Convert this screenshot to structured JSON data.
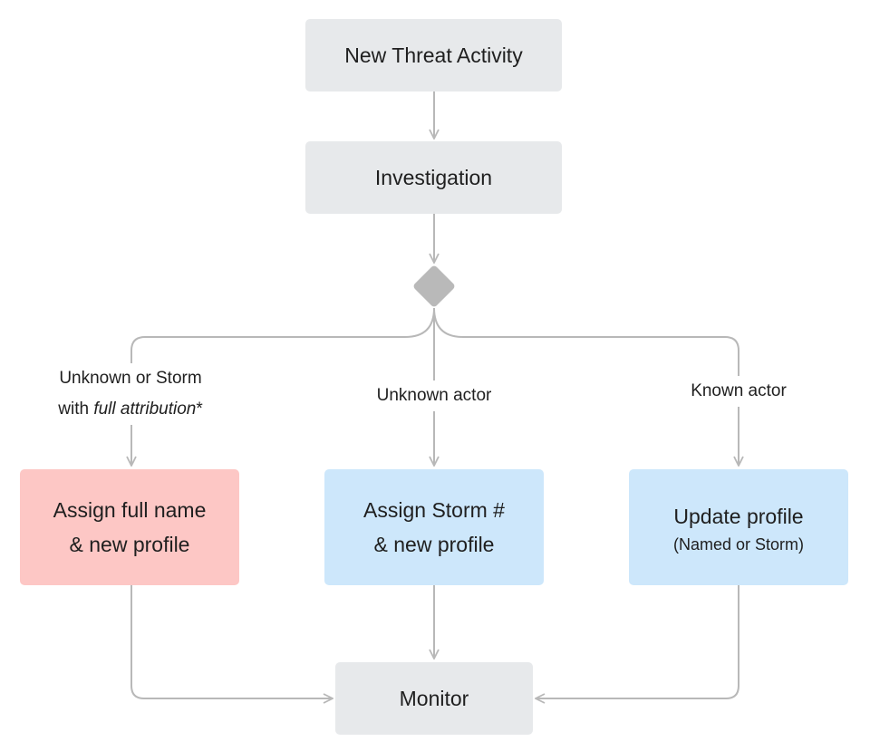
{
  "nodes": {
    "new_threat": {
      "label": "New Threat Activity"
    },
    "investigation": {
      "label": "Investigation"
    },
    "assign_full": {
      "line1": "Assign full name",
      "line2": "& new profile"
    },
    "assign_storm": {
      "line1": "Assign Storm #",
      "line2": "& new profile"
    },
    "update_profile": {
      "line1": "Update profile",
      "line2": "(Named or Storm)"
    },
    "monitor": {
      "label": "Monitor"
    }
  },
  "edge_labels": {
    "left": {
      "line1": "Unknown or Storm",
      "line2_prefix": "with ",
      "line2_emphasis": "full attribution",
      "line2_suffix": "*"
    },
    "middle": "Unknown actor",
    "right": "Known actor"
  },
  "colors": {
    "gray_box": "#e7e9eb",
    "red_box": "#fdc7c5",
    "blue_box": "#cde7fb",
    "connector": "#b8b8b8",
    "decision": "#b9b9b9"
  }
}
